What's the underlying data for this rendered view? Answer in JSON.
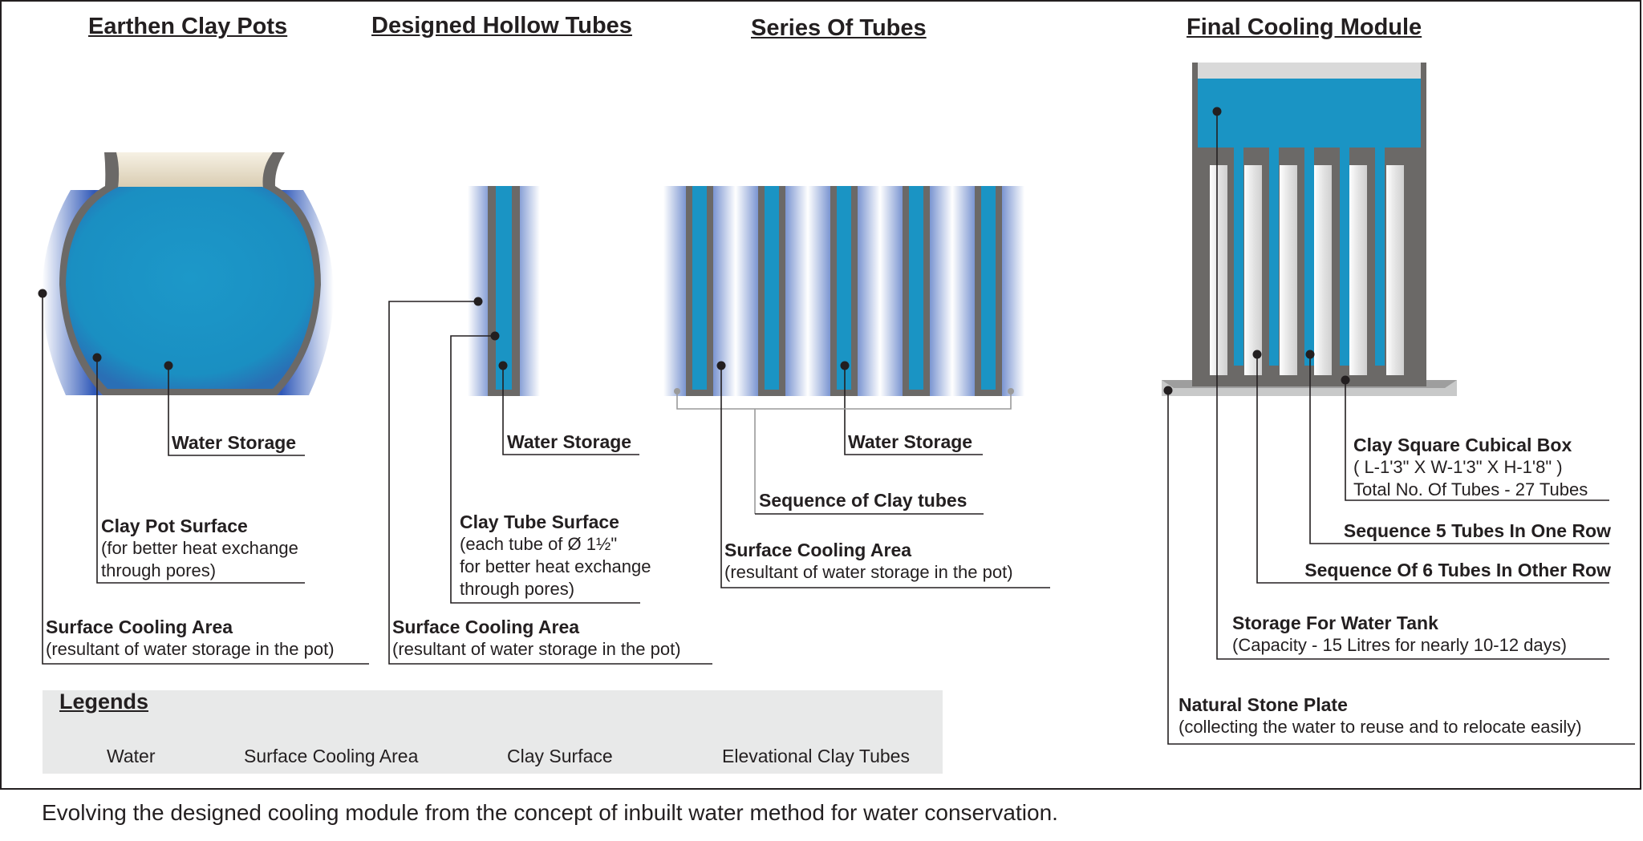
{
  "titles": {
    "clay_pots": "Earthen Clay Pots",
    "hollow_tubes": "Designed Hollow Tubes",
    "series": "Series Of Tubes",
    "final": "Final Cooling Module"
  },
  "labels": {
    "pot_water": "Water Storage",
    "pot_surface_title": "Clay Pot Surface",
    "pot_surface_l1": "(for better heat exchange",
    "pot_surface_l2": "through pores)",
    "pot_cooling_title": "Surface Cooling Area",
    "pot_cooling_desc": "(resultant of water storage in the pot)",
    "tube_water": "Water Storage",
    "tube_surface_title": "Clay Tube Surface",
    "tube_surface_l1": "(each tube of Ø 1½\"",
    "tube_surface_l2": "for better heat exchange",
    "tube_surface_l3": "through pores)",
    "tube_cooling_title": "Surface Cooling Area",
    "tube_cooling_desc": "(resultant of water storage in the pot)",
    "series_water": "Water Storage",
    "series_sequence": "Sequence of Clay tubes",
    "series_cooling_title": "Surface Cooling Area",
    "series_cooling_desc": "(resultant of water storage in the pot)",
    "box_title": "Clay Square Cubical Box",
    "box_dims": "( L-1'3\" X W-1'3\" X H-1'8\" )",
    "box_tubes": "Total No. Of Tubes - 27 Tubes",
    "seq5": "Sequence  5 Tubes In One Row",
    "seq6": "Sequence Of 6 Tubes In Other Row",
    "tank_title": "Storage For Water Tank",
    "tank_desc": "(Capacity - 15 Litres for nearly 10-12 days)",
    "stone_title": "Natural Stone Plate",
    "stone_desc": "(collecting the water to reuse and to relocate easily)"
  },
  "legend": {
    "title": "Legends",
    "water": "Water",
    "cooling": "Surface Cooling Area",
    "clay": "Clay Surface",
    "elevational": "Elevational Clay Tubes"
  },
  "colors": {
    "water": "#1a94c4",
    "cooling_blue": "#2a55b5",
    "clay": "#6b6967",
    "stone": "#c8c9c9"
  },
  "caption": "Evolving the designed cooling module from the concept of inbuilt water method for water conservation."
}
